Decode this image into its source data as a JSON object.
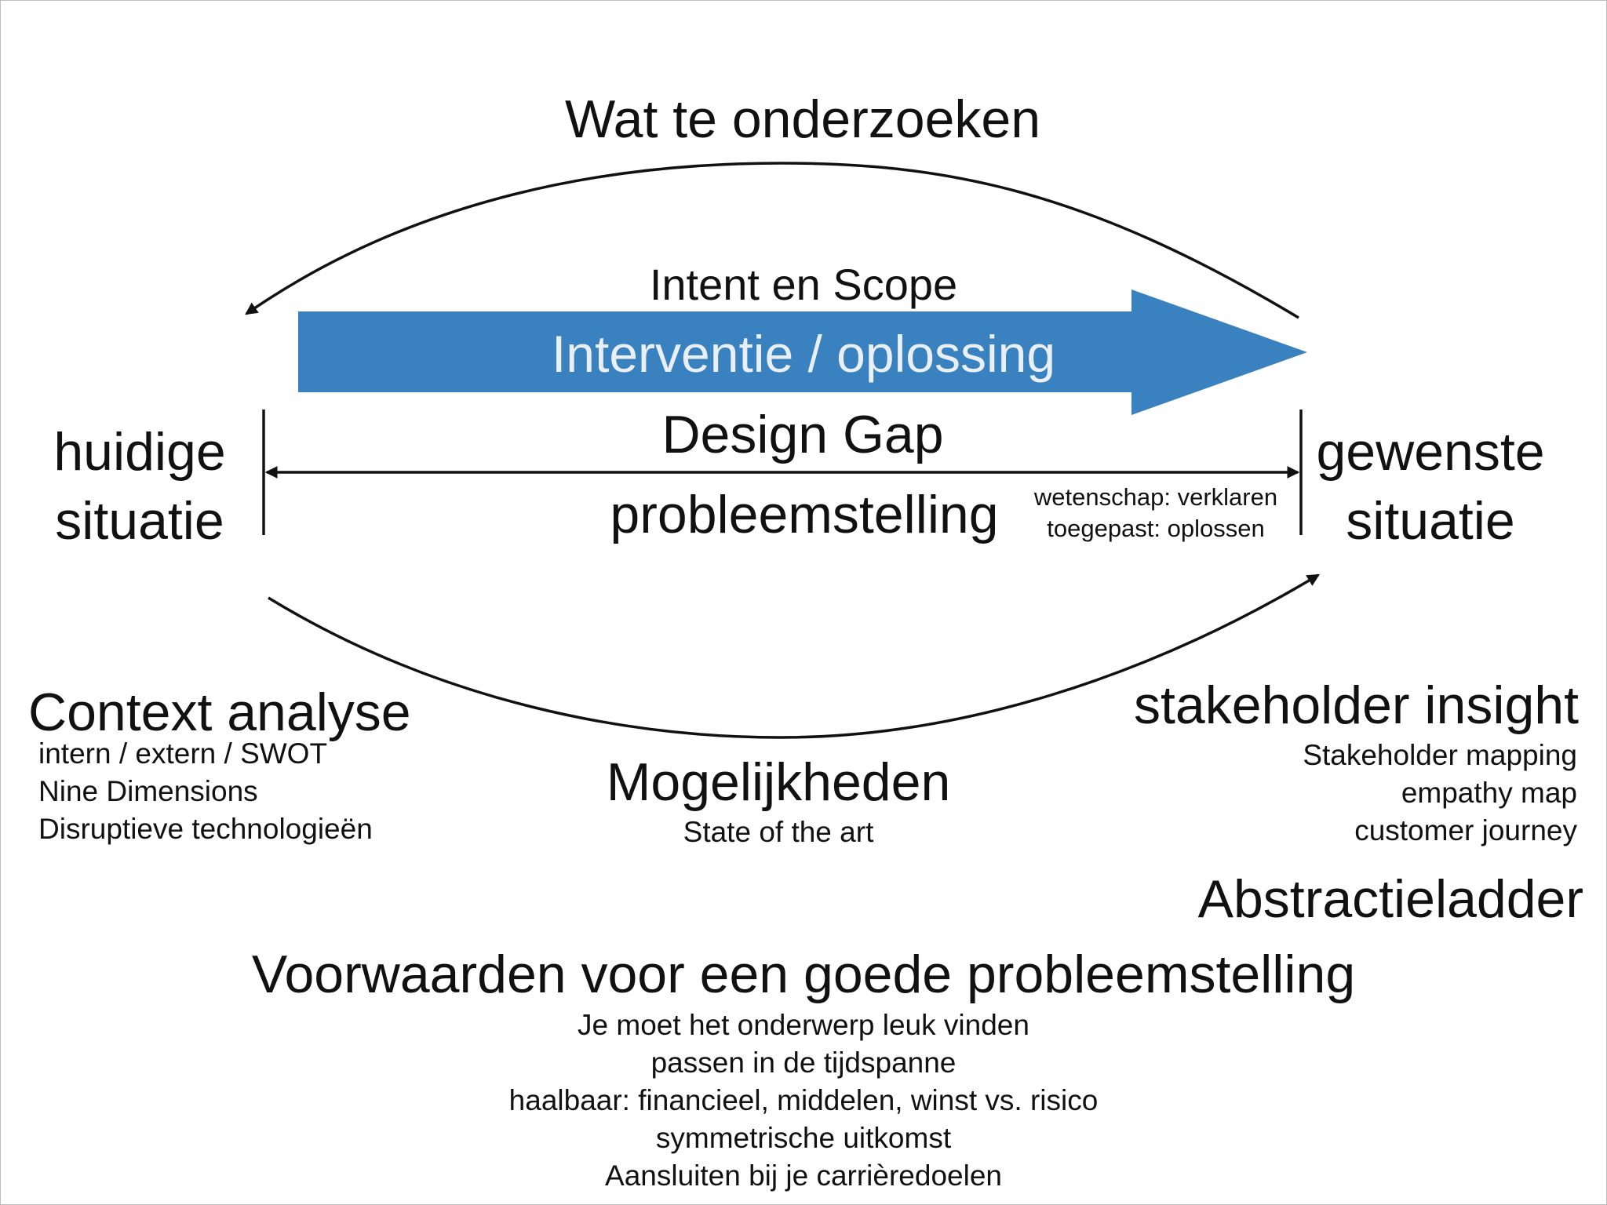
{
  "top": {
    "title": "Wat te onderzoeken",
    "intent": "Intent en Scope",
    "arrow_label": "Interventie / oplossing"
  },
  "middle": {
    "left_label": [
      "huidige",
      "situatie"
    ],
    "right_label": [
      "gewenste",
      "situatie"
    ],
    "gap_title": "Design Gap",
    "problem": "probleemstelling",
    "problem_notes": [
      "wetenschap: verklaren",
      "toegepast: oplossen"
    ]
  },
  "context": {
    "title": "Context analyse",
    "items": [
      "intern / extern / SWOT",
      "Nine Dimensions",
      "Disruptieve technologieën"
    ]
  },
  "possibilities": {
    "title": "Mogelijkheden",
    "subtitle": "State of the art"
  },
  "stakeholder": {
    "title": "stakeholder insight",
    "items": [
      "Stakeholder mapping",
      "empathy map",
      "customer journey"
    ],
    "extra": "Abstractieladder"
  },
  "conditions": {
    "title": "Voorwaarden voor een goede probleemstelling",
    "items": [
      "Je moet het onderwerp leuk vinden",
      "passen in de tijdspanne",
      "haalbaar: financieel, middelen, winst vs. risico",
      "symmetrische uitkomst",
      "Aansluiten bij je carrièredoelen"
    ]
  },
  "colors": {
    "arrow_fill": "#3a82bf",
    "line": "#111111"
  }
}
